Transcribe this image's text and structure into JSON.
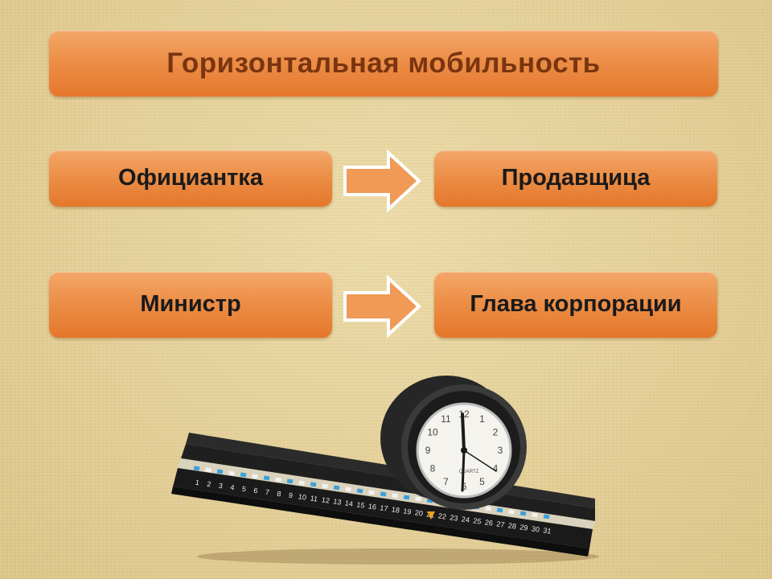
{
  "title": "Горизонтальная мобильность",
  "rows": [
    {
      "from": "Официантка",
      "to": "Продавщица"
    },
    {
      "from": "Министр",
      "to": "Глава корпорации"
    }
  ],
  "image": {
    "clock_brand": "QUARTZ",
    "clock_numbers": [
      "12",
      "1",
      "2",
      "3",
      "4",
      "5",
      "6",
      "7",
      "8",
      "9",
      "10",
      "11"
    ],
    "calendar_days": [
      "1",
      "2",
      "3",
      "4",
      "5",
      "6",
      "7",
      "8",
      "9",
      "10",
      "11",
      "12",
      "13",
      "14",
      "15",
      "16",
      "17",
      "18",
      "19",
      "20",
      "21",
      "22",
      "23",
      "24",
      "25",
      "26",
      "27",
      "28",
      "29",
      "30",
      "31"
    ]
  },
  "colors": {
    "box_fill": "#ec8f48",
    "title_text": "#7a3410",
    "item_text": "#1a1a1a",
    "arrow_fill": "#f09a55",
    "arrow_outline": "#ffffff"
  }
}
